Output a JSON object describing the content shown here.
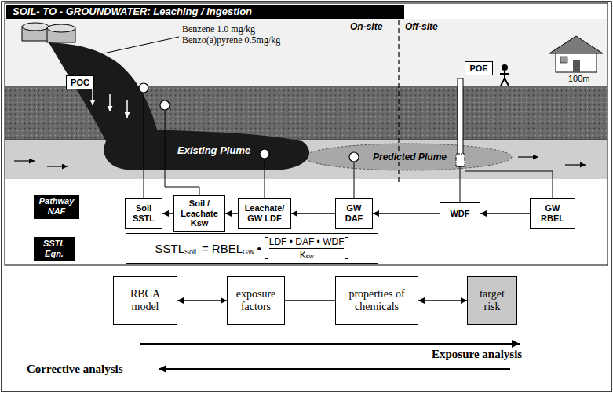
{
  "diagram": {
    "title": "SOIL- TO - GROUNDWATER: Leaching / Ingestion",
    "nodes": [
      {
        "text": [
          "POC"
        ]
      },
      {
        "text": [
          "POE"
        ]
      },
      {
        "text": [
          "Pathway NAF"
        ]
      },
      {
        "text": [
          "Soil SSTL"
        ]
      },
      {
        "text": [
          "Soil / Leachate Ksw"
        ]
      },
      {
        "text": [
          "Leachate/ GW LDF"
        ]
      },
      {
        "text": [
          "GW DAF"
        ]
      },
      {
        "text": [
          "WDF"
        ]
      },
      {
        "text": [
          "GW RBEL"
        ]
      },
      {
        "text": [
          "SSTL Eqn."
        ]
      },
      {
        "text": [
          "SSTL",
          "Soil",
          "=",
          "RBEL",
          "GW",
          "•",
          "LDF • DAF • WDF",
          "K",
          "sw"
        ]
      },
      {
        "text": [
          "RBCA model"
        ]
      },
      {
        "text": [
          "exposure factors"
        ]
      },
      {
        "text": [
          "properties of chemicals"
        ]
      },
      {
        "text": [
          "target risk"
        ]
      }
    ],
    "edges": [
      {
        "from": 8,
        "to": 7,
        "arrow": "to"
      },
      {
        "from": 7,
        "to": 6,
        "arrow": "to"
      },
      {
        "from": 6,
        "to": 5,
        "arrow": "to"
      },
      {
        "from": 5,
        "to": 4,
        "arrow": "to"
      },
      {
        "from": 4,
        "to": 3,
        "arrow": "to"
      },
      {
        "from": 11,
        "to": 12,
        "arrow": "both"
      },
      {
        "from": 12,
        "to": 13,
        "arrow": "none"
      },
      {
        "from": 13,
        "to": 14,
        "arrow": "both"
      }
    ],
    "labels": [
      "Benzene 1.0 mg/kg",
      "Benzo(a)pyrene 0.5mg/kg",
      "On-site",
      "Off-site",
      "100m",
      "Existing Plume",
      "Predicted Plume",
      "Exposure analysis",
      "Corrective analysis"
    ]
  }
}
